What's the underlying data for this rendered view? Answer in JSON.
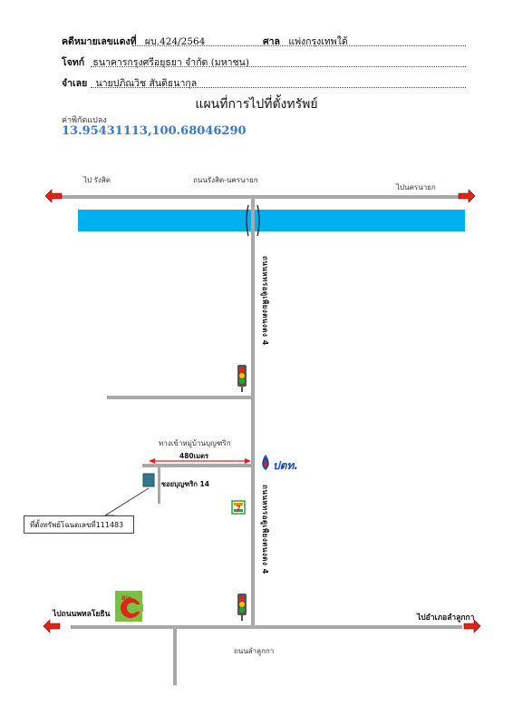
{
  "header": {
    "case_label": "คดีหมายเลขแดงที่",
    "case_value": "ผบ.424/2564",
    "court_label": "ศาล",
    "court_value": "แพ่งกรุงเทพใต้",
    "plaintiff_label": "โจทก์",
    "plaintiff_value": "ธนาคารกรุงศรีอยุธยา จำกัด (มหาชน)",
    "defendant_label": "จำเลย",
    "defendant_value": "นายปภิณวิช สันติธนากุล"
  },
  "title": "แผนที่การไปที่ตั้งทรัพย์",
  "coordinates": {
    "label": "ค่าพิกัดแปลง",
    "value": "13.95431113,100.68046290"
  },
  "map": {
    "to_rangsit": "ไป รังสิต",
    "main_road": "ถนนรังสิต-นครนายก",
    "to_nakhon_nayok": "ไปนครนายก",
    "vertical_road_upper": "ถนนหทรอดูเพียงตนงดง 4",
    "vertical_road_lower": "ถนนหทรอดูเพียงตนงดง 4",
    "village_entrance": "ทางเข้าหมู่บ้านบุญฑริก",
    "distance": "480เมตร",
    "soi_label": "ซอยบุญฑริก 14",
    "callout": "ที่ตั้งทรัพย์โฉนดเลขที่111483",
    "ptt_brand": "ปตท.",
    "seven_eleven": "7",
    "bigc_label": "Big C",
    "to_left_bottom": "ไปถนนพหลโยธิน",
    "to_right_bottom": "ไปอำเภอลำลูกกา",
    "bottom_road": "ถนนลำลูกกา"
  },
  "colors": {
    "road": "#a9a9a9",
    "canal": "#00b0f0",
    "arrow_red": "#e2231a",
    "coord_blue": "#3a78c8",
    "property": "#2f7a8c"
  }
}
